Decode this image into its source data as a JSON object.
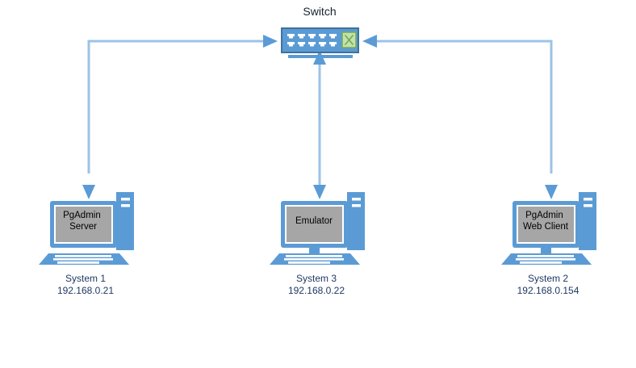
{
  "diagram": {
    "title_node": {
      "label": "Switch",
      "icon": "network-switch-icon",
      "ports_rows": 2,
      "ports_per_row": 5,
      "indicator": "green-crossover-indicator"
    },
    "colors": {
      "body_blue": "#5B9BD5",
      "border_blue": "#41719C",
      "line_blue": "#9DC3E6",
      "arrow_blue": "#5B9BD5",
      "screen_gray": "#A6A6A6",
      "label_navy": "#1F3864",
      "indicator_green": "#70AD47",
      "indicator_fill": "#C5E0B4",
      "background": "#FFFFFF"
    },
    "nodes": [
      {
        "id": "system-1",
        "icon": "desktop-computer-icon",
        "screen_text": "PgAdmin\nServer",
        "caption_name": "System 1",
        "caption_ip": "192.168.0.21"
      },
      {
        "id": "system-3",
        "icon": "desktop-computer-icon",
        "screen_text": "Emulator",
        "caption_name": "System 3",
        "caption_ip": "192.168.0.22"
      },
      {
        "id": "system-2",
        "icon": "desktop-computer-icon",
        "screen_text": "PgAdmin\nWeb Client",
        "caption_name": "System 2",
        "caption_ip": "192.168.0.154"
      }
    ],
    "connections": [
      {
        "id": "link-system1-switch",
        "from": "system-1",
        "to": "switch",
        "style": "bidirectional-elbow"
      },
      {
        "id": "link-system3-switch",
        "from": "system-3",
        "to": "switch",
        "style": "bidirectional-straight"
      },
      {
        "id": "link-system2-switch",
        "from": "system-2",
        "to": "switch",
        "style": "bidirectional-elbow"
      }
    ]
  }
}
